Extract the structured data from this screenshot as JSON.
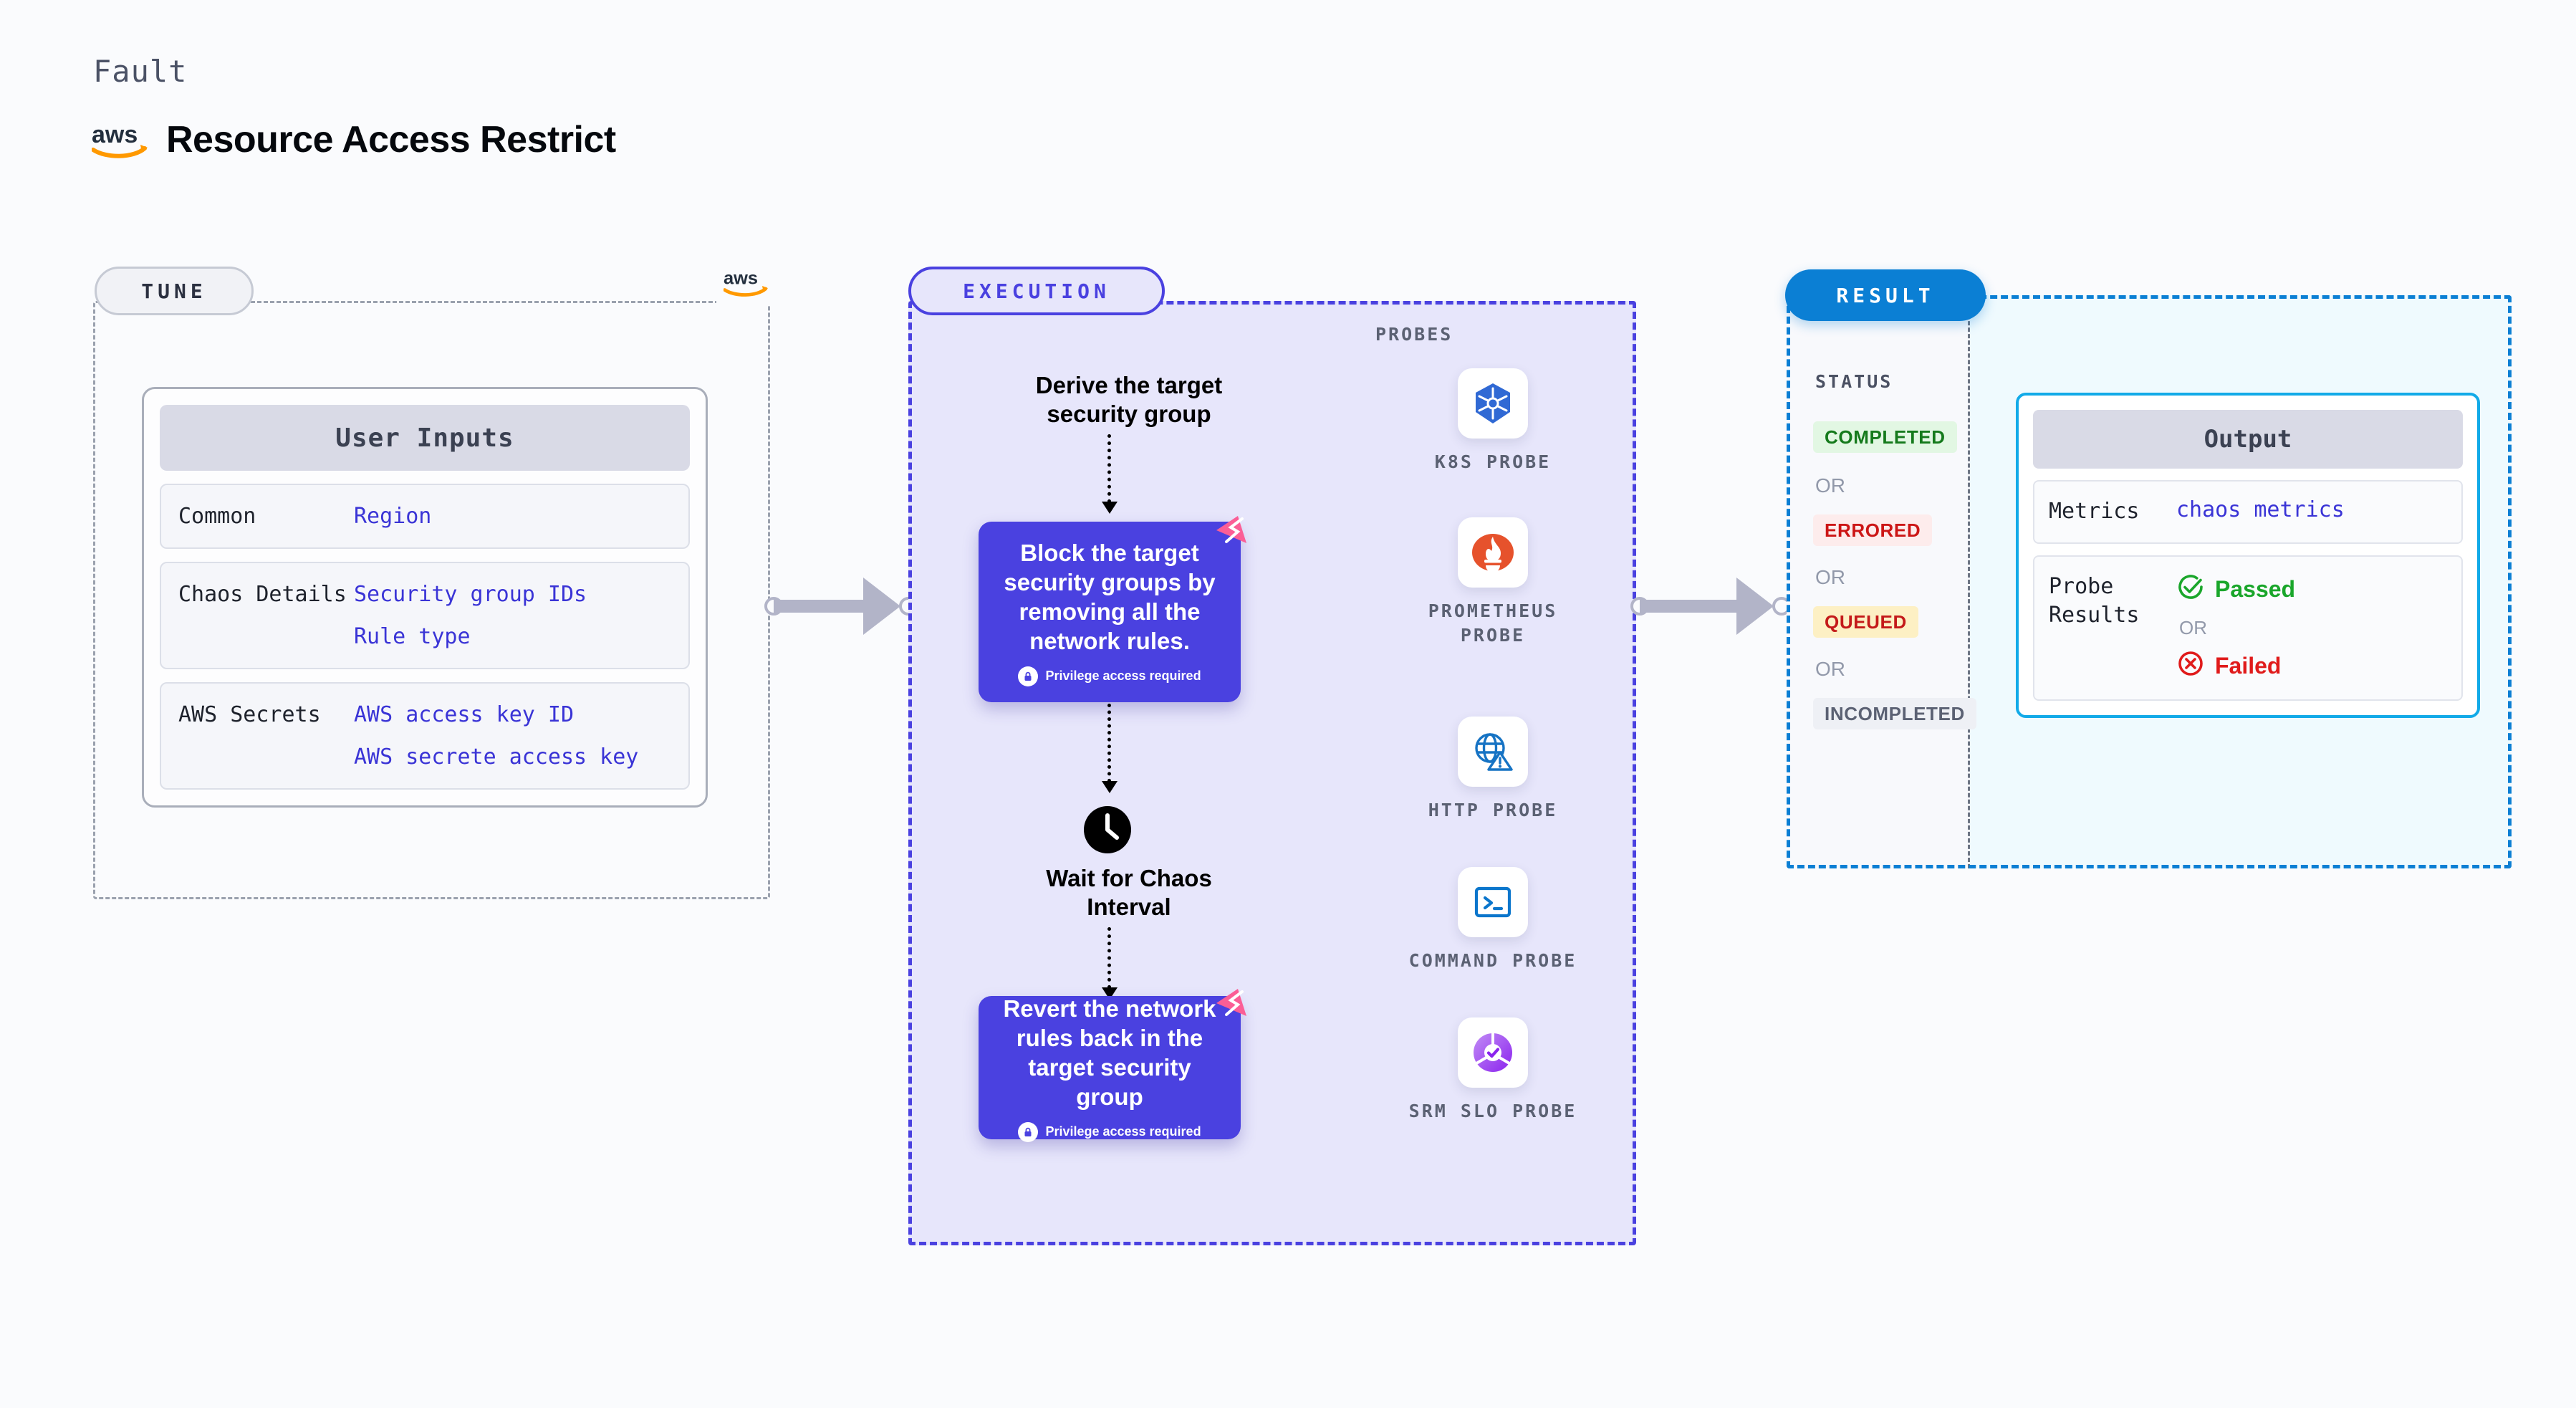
{
  "header": {
    "kicker": "Fault",
    "title": "Resource Access Restrict",
    "logo": "aws-logo"
  },
  "tune": {
    "pill_label": "TUNE",
    "badge_logo": "aws-logo",
    "card_title": "User Inputs",
    "rows": [
      {
        "key": "Common",
        "values": [
          "Region"
        ]
      },
      {
        "key": "Chaos Details",
        "values": [
          "Security group IDs",
          "Rule type"
        ]
      },
      {
        "key": "AWS Secrets",
        "values": [
          "AWS access key ID",
          "AWS secrete access key"
        ]
      }
    ]
  },
  "execution": {
    "pill_label": "EXECUTION",
    "step1_text": "Derive the target\nsecurity group",
    "box1_text": "Block the target\nsecurity groups by\nremoving all the\nnetwork rules.",
    "box1_note": "Privilege access required",
    "wait_text": "Wait for Chaos\nInterval",
    "wait_icon": "clock-icon",
    "box2_text": "Revert the network\nrules back in the\ntarget security group",
    "box2_note": "Privilege access required",
    "badge_icon": "litmus-chaos-icon"
  },
  "probes": {
    "title": "PROBES",
    "items": [
      {
        "label": "K8S PROBE",
        "icon": "kubernetes-icon"
      },
      {
        "label": "PROMETHEUS PROBE",
        "icon": "prometheus-icon"
      },
      {
        "label": "HTTP PROBE",
        "icon": "http-globe-warning-icon"
      },
      {
        "label": "COMMAND PROBE",
        "icon": "terminal-icon"
      },
      {
        "label": "SRM SLO PROBE",
        "icon": "srm-slo-icon"
      }
    ]
  },
  "result": {
    "pill_label": "RESULT",
    "status_title": "STATUS",
    "or_label": "OR",
    "statuses": [
      {
        "label": "COMPLETED",
        "bg": "#e2f7e3",
        "fg": "#157a1c"
      },
      {
        "label": "ERRORED",
        "bg": "#fdecec",
        "fg": "#cc1616"
      },
      {
        "label": "QUEUED",
        "bg": "#fdf0c4",
        "fg": "#c41a1a"
      },
      {
        "label": "INCOMPLETED",
        "bg": "#eef0f5",
        "fg": "#5b6173"
      }
    ],
    "output": {
      "title": "Output",
      "metrics_key": "Metrics",
      "metrics_value": "chaos metrics",
      "probe_key": "Probe\nResults",
      "passed_label": "Passed",
      "passed_icon": "check-circle-icon",
      "failed_label": "Failed",
      "failed_icon": "x-circle-icon",
      "or_label": "OR"
    }
  },
  "colors": {
    "execution_accent": "#4a41e0",
    "result_accent": "#0b7fd4",
    "output_border": "#12aae8",
    "link": "#3a34d6",
    "passed": "#1aa62b",
    "failed": "#e01b1b",
    "litmus_pink": "#fb5e96"
  }
}
